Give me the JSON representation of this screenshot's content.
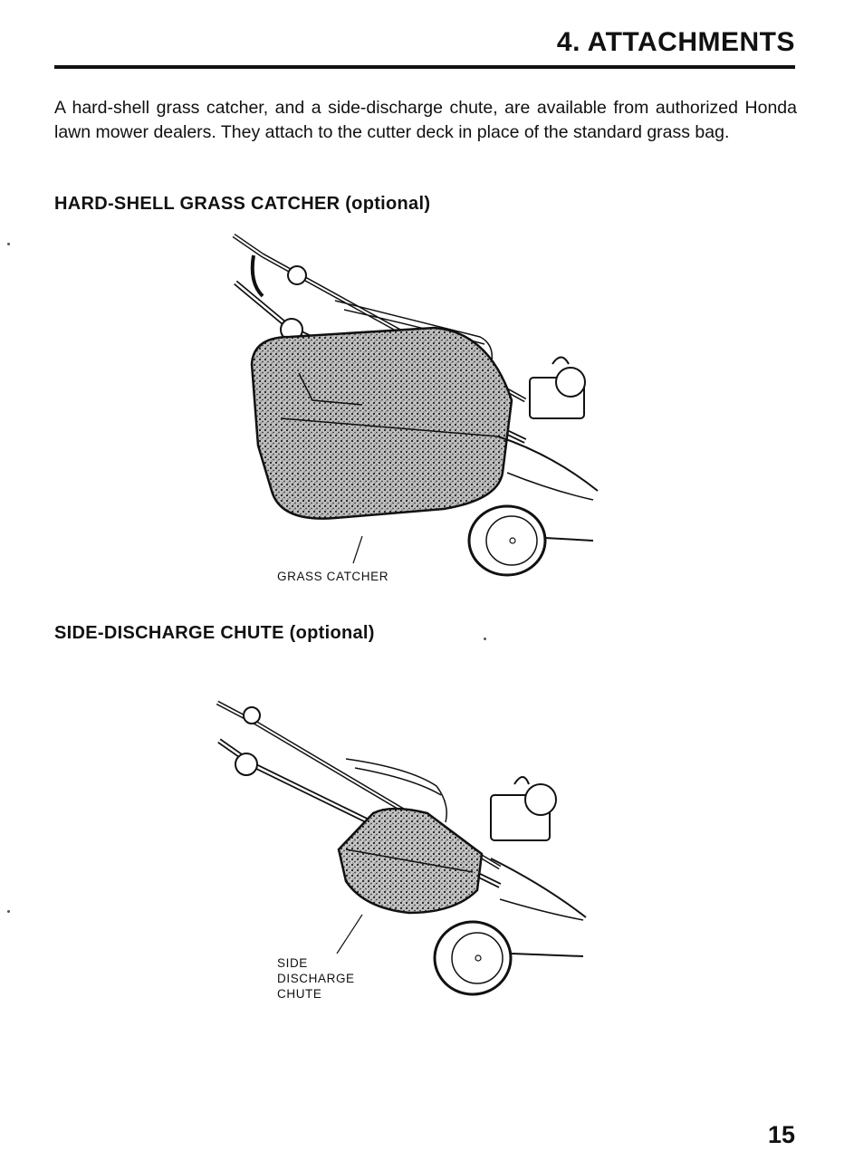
{
  "header": {
    "title": "4. ATTACHMENTS"
  },
  "intro": {
    "text": "A hard-shell grass catcher, and a side-discharge chute, are available from authorized Honda lawn mower dealers. They attach to the cutter deck in place of the standard grass bag."
  },
  "sections": [
    {
      "heading": "HARD-SHELL GRASS CATCHER (optional)",
      "callout": "GRASS CATCHER"
    },
    {
      "heading": "SIDE-DISCHARGE CHUTE (optional)",
      "callout_lines": [
        "SIDE",
        "DISCHARGE",
        "CHUTE"
      ]
    }
  ],
  "footer": {
    "page_number": "15"
  }
}
